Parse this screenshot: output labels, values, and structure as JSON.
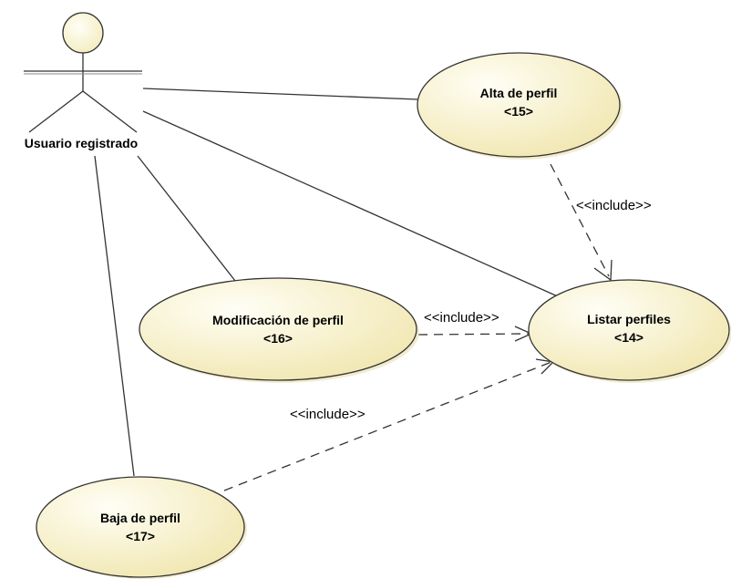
{
  "actor": {
    "name": "Usuario registrado"
  },
  "use_cases": [
    {
      "key": "alta",
      "title": "Alta de perfil",
      "id": "<15>"
    },
    {
      "key": "listar",
      "title": "Listar perfiles",
      "id": "<14>"
    },
    {
      "key": "modificacion",
      "title": "Modificación de perfil",
      "id": "<16>"
    },
    {
      "key": "baja",
      "title": "Baja de perfil",
      "id": "<17>"
    }
  ],
  "relations": [
    {
      "from": "alta",
      "to": "listar",
      "label": "<<include>>"
    },
    {
      "from": "modificacion",
      "to": "listar",
      "label": "<<include>>"
    },
    {
      "from": "baja",
      "to": "listar",
      "label": "<<include>>"
    }
  ],
  "colors": {
    "ellipse_fill_light": "#fffef2",
    "ellipse_fill_dark": "#f2e9b4",
    "outline": "#333333"
  }
}
